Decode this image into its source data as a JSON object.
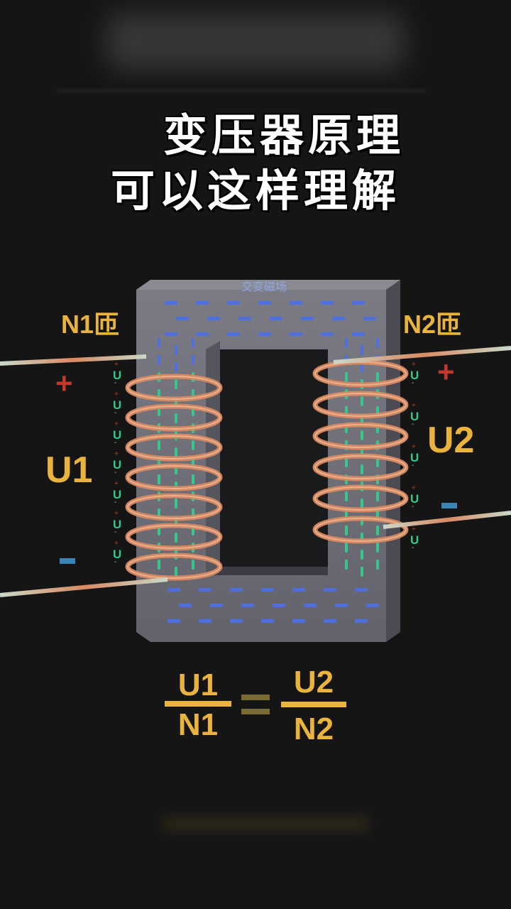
{
  "title": {
    "line1": "变压器原理",
    "line2": "可以这样理解"
  },
  "diagram": {
    "field_label": "交变磁场",
    "primary_turns_label": "N1匝",
    "secondary_turns_label": "N2匝",
    "primary_voltage_label": "U1",
    "secondary_voltage_label": "U2",
    "plus_sign": "+",
    "minus_sign": "−"
  },
  "formula": {
    "left_numerator": "U1",
    "left_denominator": "N1",
    "right_numerator": "U2",
    "right_denominator": "N2"
  },
  "colors": {
    "background": "#151516",
    "accent": "#e9b33d",
    "core": "#6f6f78",
    "coil": "#d98a62",
    "field_blue": "#4f6ee0",
    "field_green": "#34c98a",
    "plus_red": "#c0392b",
    "minus_blue": "#3b86b6"
  }
}
